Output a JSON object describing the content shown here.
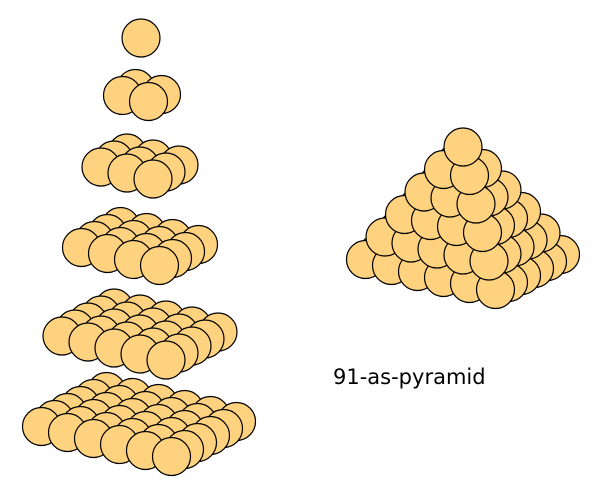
{
  "caption": "91-as-pyramid",
  "colors": {
    "sphere_fill": "#FED27F",
    "sphere_stroke": "#000000",
    "background": "#FFFFFF"
  },
  "layers": [
    {
      "side": 1,
      "count": 1
    },
    {
      "side": 2,
      "count": 4
    },
    {
      "side": 3,
      "count": 9
    },
    {
      "side": 4,
      "count": 16
    },
    {
      "side": 5,
      "count": 25
    },
    {
      "side": 6,
      "count": 36
    }
  ],
  "total_spheres": 91
}
